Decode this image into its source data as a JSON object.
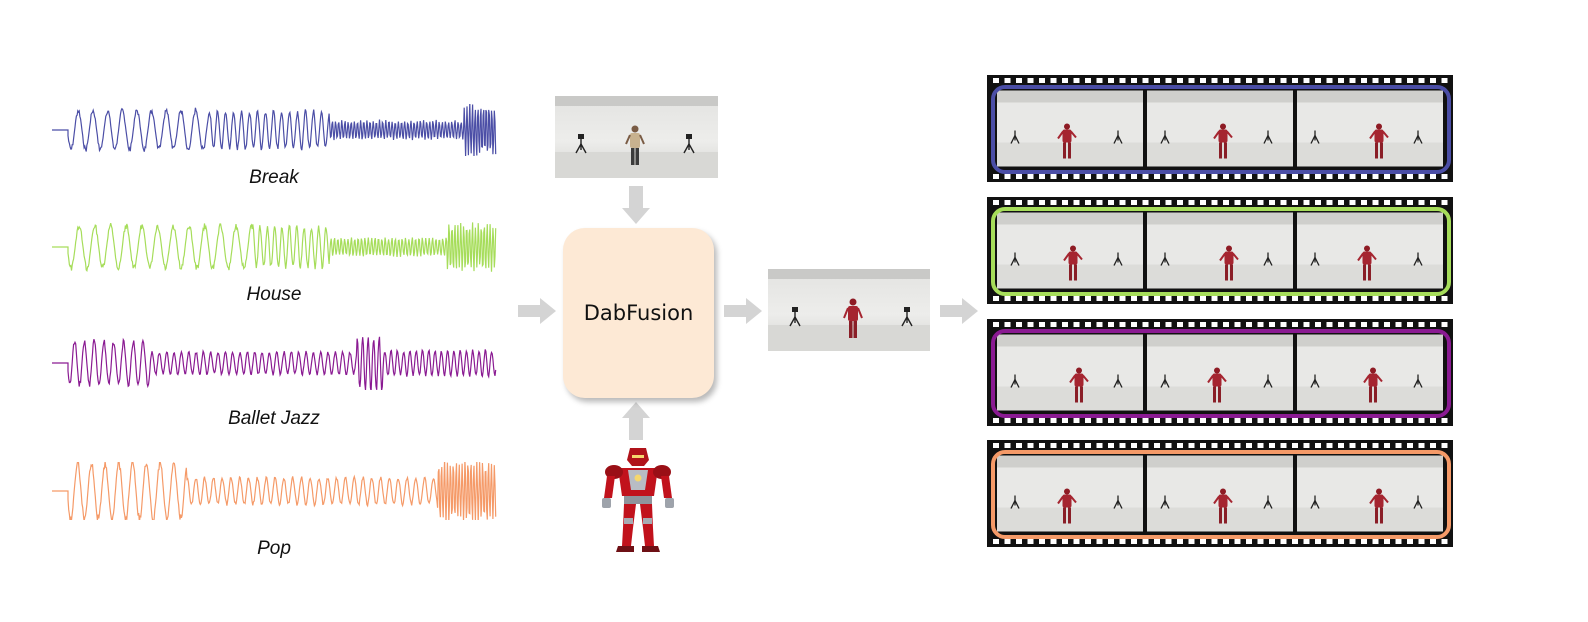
{
  "genres": [
    {
      "label": "Break",
      "color": "#4b4ea6"
    },
    {
      "label": "House",
      "color": "#a6dd5a"
    },
    {
      "label": "Ballet Jazz",
      "color": "#8a1a92"
    },
    {
      "label": "Pop",
      "color": "#f59a68"
    }
  ],
  "model": {
    "label": "DabFusion"
  },
  "icons": {
    "reference_video": "dancer-scene-image",
    "target_character": "armored-robot-character-image",
    "generated_frame": "generated-dancer-frame-image",
    "film_strip": "film-strip-icon",
    "arrow": "gray-arrow-icon"
  },
  "colors": {
    "arrow": "#d4d4d4",
    "model_box": "#fde9d5",
    "film": "#111111"
  }
}
